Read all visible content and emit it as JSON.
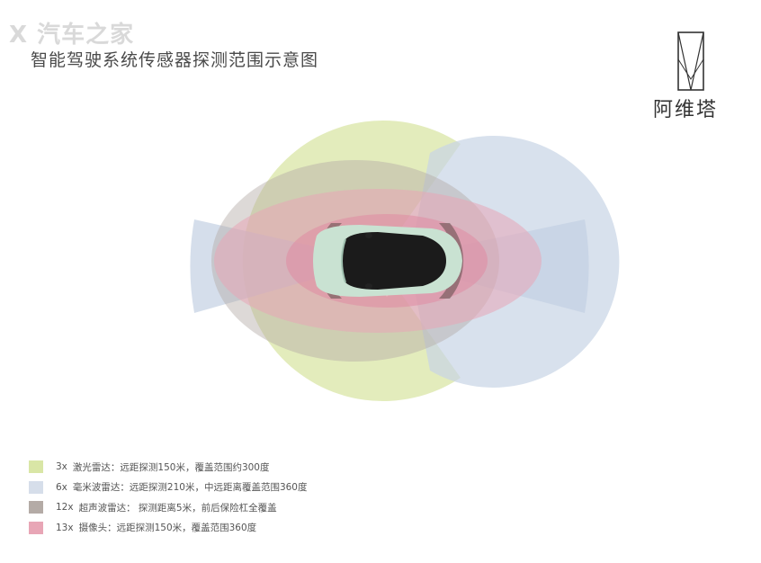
{
  "watermark": "X 汽车之家",
  "title": "智能驾驶系统传感器探测范围示意图",
  "brand": {
    "name": "阿维塔"
  },
  "colors": {
    "lidar": "#d9e6a6",
    "mmwave": "#c8d4e6",
    "ultrasonic": "#b4aba6",
    "camera": "#e8a6b6"
  },
  "legend": [
    {
      "count": "3x",
      "text": "激光雷达：远距探测150米，覆盖范围约300度",
      "color": "#d9e6a6"
    },
    {
      "count": "6x",
      "text": "毫米波雷达：远距探测210米，中远距离覆盖范围360度",
      "color": "#d6deea"
    },
    {
      "count": "12x",
      "text": "超声波雷达： 探测距离5米，前后保险杠全覆盖",
      "color": "#b4aba6"
    },
    {
      "count": "13x",
      "text": "摄像头：远距探测150米，覆盖范围360度",
      "color": "#e8a6b6"
    }
  ]
}
